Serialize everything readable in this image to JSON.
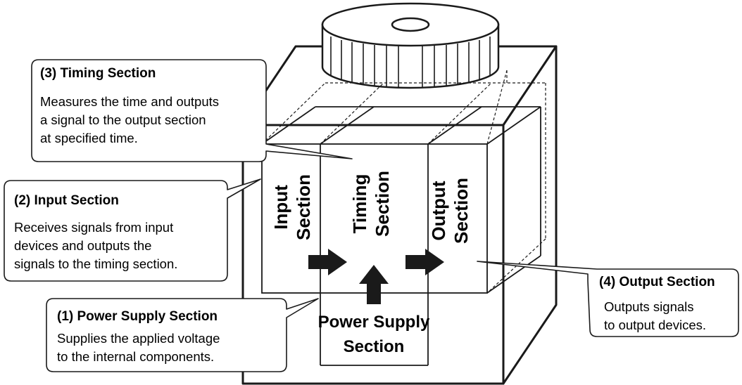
{
  "internal_sections": {
    "input": [
      "Input",
      "Section"
    ],
    "timing": [
      "Timing",
      "Section"
    ],
    "output": [
      "Output",
      "Section"
    ],
    "power_supply": [
      "Power Supply",
      "Section"
    ]
  },
  "callouts": {
    "timing": {
      "title": "(3) Timing Section",
      "lines": [
        "Measures the time and outputs",
        "a signal to the output section",
        "at specified time."
      ]
    },
    "input": {
      "title": "(2) Input Section",
      "lines": [
        "Receives signals from input",
        "devices and outputs the",
        "signals to the timing section."
      ]
    },
    "power_supply": {
      "title": "(1) Power Supply Section",
      "lines": [
        "Supplies the applied voltage",
        "to the internal components."
      ]
    },
    "output": {
      "title": "(4) Output Section",
      "lines": [
        "Outputs signals",
        "to output devices."
      ]
    }
  }
}
